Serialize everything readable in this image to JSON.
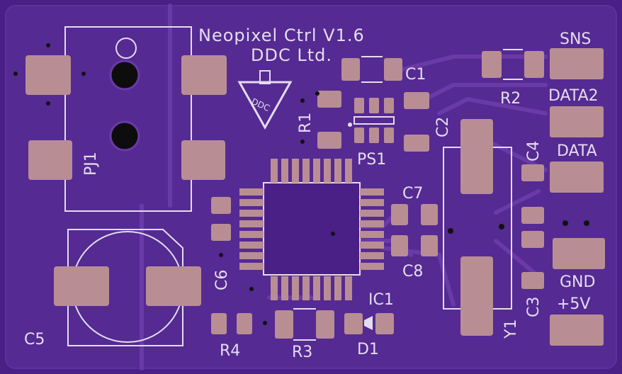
{
  "board": {
    "title_line1": "Neopixel Ctrl V1.6",
    "title_line2": "DDC Ltd.",
    "logo_text": "DDC"
  },
  "labels": {
    "C1": "C1",
    "C2": "C2",
    "C3": "C3",
    "C4": "C4",
    "C5": "C5",
    "C6": "C6",
    "C7": "C7",
    "C8": "C8",
    "R1": "R1",
    "R2": "R2",
    "R3": "R3",
    "R4": "R4",
    "PJ1": "PJ1",
    "PS1": "PS1",
    "IC1": "IC1",
    "D1": "D1",
    "Y1": "Y1",
    "SNS": "SNS",
    "DATA2": "DATA2",
    "DATA": "DATA",
    "GND": "GND",
    "P5V": "+5V"
  },
  "colors": {
    "board": "#4a1f86",
    "copper_pour": "#552a92",
    "trace": "#6a3aa8",
    "pad": "#b88e94",
    "silk": "#e4dcef",
    "hole": "#0d0d0d",
    "dark": "#2a1050"
  }
}
